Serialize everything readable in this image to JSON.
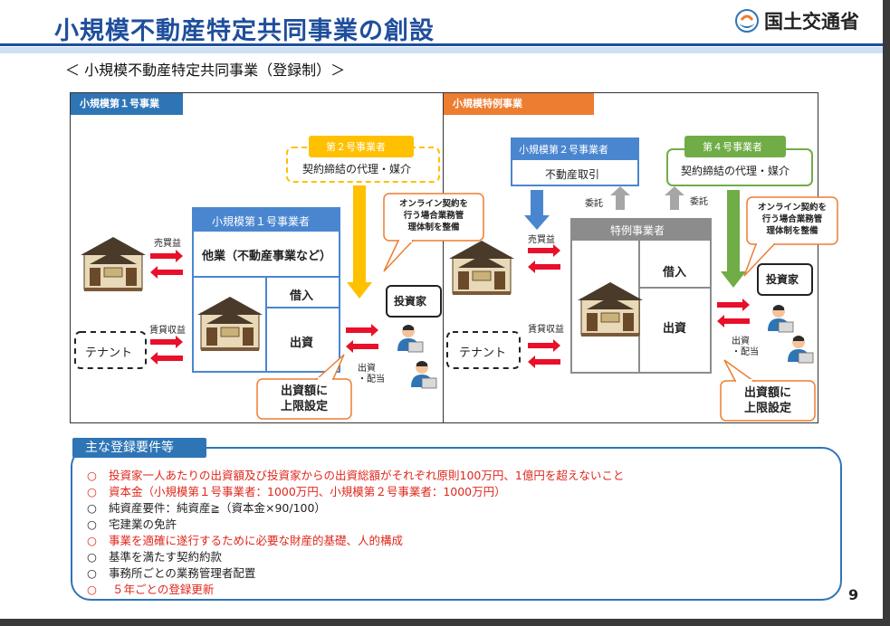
{
  "header": {
    "title": "小規模不動産特定共同事業の創設",
    "ministry": "国土交通省"
  },
  "subtitle": "＜ 小規模不動産特定共同事業（登録制）＞",
  "left_panel": {
    "heading": "小規模第１号事業",
    "operator2": {
      "label": "第２号事業者",
      "role": "契約締結の代理・媒介"
    },
    "operator1": {
      "label": "小規模第１号事業者",
      "other_business": "他業（不動産事業など）",
      "borrowing": "借入",
      "investment": "出資"
    },
    "flows": {
      "sale_profit": "売買益",
      "rental_income": "賃貸収益",
      "invest_dividend": "出資\n・配当"
    },
    "tenant": "テナント",
    "online_note": "オンライン契約を\n行う場合業務管\n理体制を整備",
    "investor": "投資家",
    "cap_note": "出資額に\n上限設定"
  },
  "right_panel": {
    "heading": "小規模特例事業",
    "operator2": {
      "label": "小規模第２号事業者",
      "role": "不動産取引"
    },
    "operator4": {
      "label": "第４号事業者",
      "role": "契約締結の代理・媒介"
    },
    "special": {
      "label": "特例事業者",
      "borrowing": "借入",
      "investment": "出資"
    },
    "consign": "委託",
    "flows": {
      "sale_profit": "売買益",
      "rental_income": "賃貸収益",
      "invest_dividend": "出資\n・配当"
    },
    "tenant": "テナント",
    "online_note": "オンライン契約を\n行う場合業務管\n理体制を整備",
    "investor": "投資家",
    "cap_note": "出資額に\n上限設定"
  },
  "requirements": {
    "title": "主な登録要件等",
    "items": [
      {
        "mark": "○",
        "text": "投資家一人あたりの出資額及び投資家からの出資総額がそれぞれ原則100万円、1億円を超えないこと",
        "highlight": true
      },
      {
        "mark": "○",
        "text": "資本金（小規模第１号事業者：1000万円、小規模第２号事業者：1000万円）",
        "highlight": true
      },
      {
        "mark": "○",
        "text": "純資産要件：純資産≧（資本金×90/100）",
        "highlight": false
      },
      {
        "mark": "○",
        "text": "宅建業の免許",
        "highlight": false
      },
      {
        "mark": "○",
        "text": "事業を適確に遂行するために必要な財産的基礎、人的構成",
        "highlight": true
      },
      {
        "mark": "○",
        "text": "基準を満たす契約約款",
        "highlight": false
      },
      {
        "mark": "○",
        "text": "事務所ごとの業務管理者配置",
        "highlight": false
      },
      {
        "mark": "○",
        "text": " ５年ごとの登録更新",
        "highlight": true
      }
    ]
  },
  "page_number": "9",
  "colors": {
    "primary_blue": "#1f4e9c",
    "accent_blue": "#2e75b6",
    "box_blue": "#4a86d0",
    "orange": "#ed7d31",
    "gold": "#ffc000",
    "gray": "#8c8c8c",
    "green": "#70ad47",
    "red_text": "#e0261c",
    "arrow_red": "#e8102a"
  }
}
